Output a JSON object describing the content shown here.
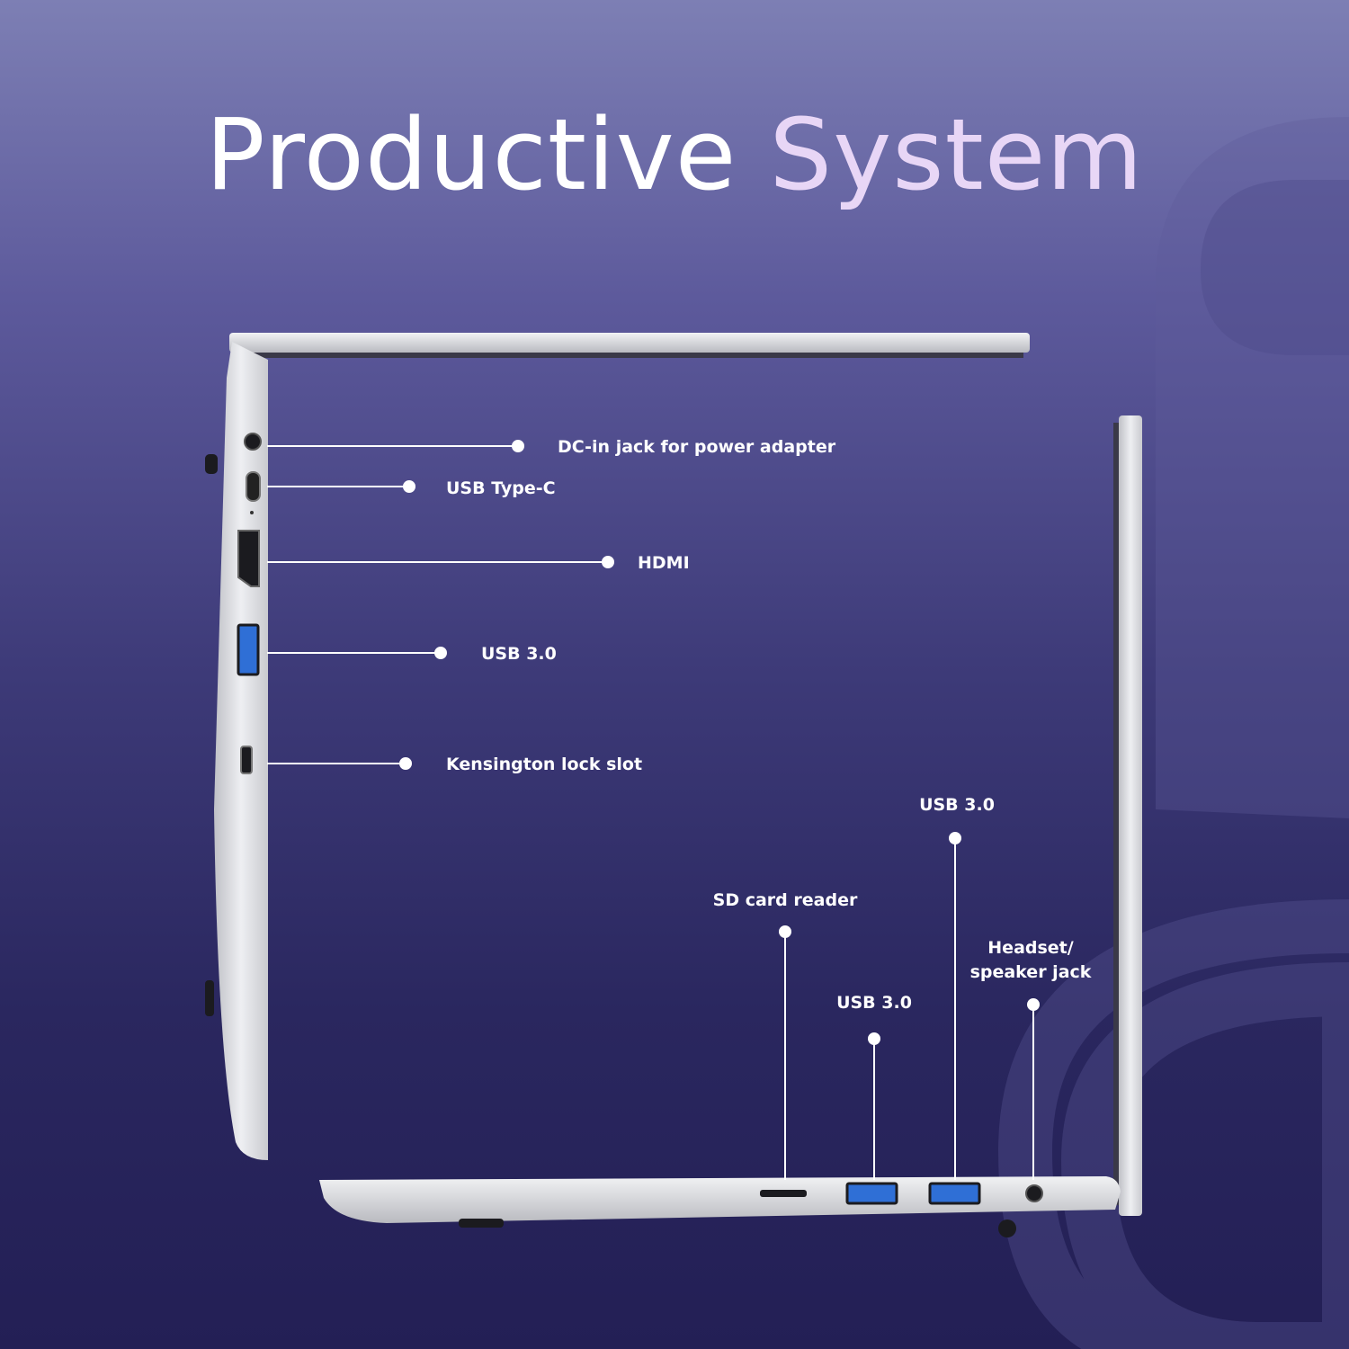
{
  "title": {
    "word1": "Productive",
    "word2": "System"
  },
  "left_side_labels": {
    "dc_in": "DC-in jack for power adapter",
    "usb_c": "USB Type-C",
    "hdmi": "HDMI",
    "usb3": "USB 3.0",
    "kensington": "Kensington lock slot"
  },
  "right_side_labels": {
    "sd_card": "SD card reader",
    "usb3_a": "USB 3.0",
    "usb3_b": "USB 3.0",
    "headset_line1": "Headset/",
    "headset_line2": "speaker jack"
  },
  "colors": {
    "silver": "#d9dade",
    "silver_dark": "#a8a9b0",
    "usb_blue": "#2f6fd6",
    "port_black": "#1b1b1f"
  }
}
